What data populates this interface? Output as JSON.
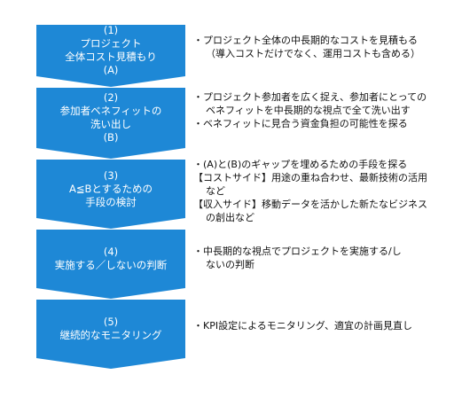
{
  "steps": [
    {
      "box_lines": [
        "(1)",
        "プロジェクト",
        "全体コスト見積もり",
        "(A)"
      ],
      "notes": [
        {
          "text": "・プロジェクト全体の中長期的なコストを見積もる",
          "indent": false
        },
        {
          "text": "（導入コストだけでなく、運用コストも含める）",
          "indent": true
        }
      ]
    },
    {
      "box_lines": [
        "(2)",
        "参加者ベネフィットの",
        "洗い出し",
        "(B)"
      ],
      "notes": [
        {
          "text": "・プロジェクト参加者を広く捉え、参加者にとっての",
          "indent": false
        },
        {
          "text": "ベネフィットを中長期的な視点で全て洗い出す",
          "indent": true
        },
        {
          "text": "・ベネフィットに見合う資金負担の可能性を探る",
          "indent": false
        }
      ]
    },
    {
      "box_lines": [
        "(3)",
        "A≦Bとするための",
        "手段の検討"
      ],
      "notes": [
        {
          "text": "・(A)と(B)のギャップを埋めるための手段を探る",
          "indent": false
        },
        {
          "text": "【コストサイド】用途の重ね合わせ、最新技術の活用",
          "indent": false
        },
        {
          "text": "など",
          "indent": true
        },
        {
          "text": "【収入サイド】移動データを活かした新たなビジネス",
          "indent": false
        },
        {
          "text": "の創出など",
          "indent": true
        }
      ]
    },
    {
      "box_lines": [
        "(4)",
        "実施する／しないの判断"
      ],
      "notes": [
        {
          "text": "・中長期的な視点でプロジェクトを実施する/し",
          "indent": false
        },
        {
          "text": "ないの判断",
          "indent": true
        }
      ]
    },
    {
      "box_lines": [
        "(5)",
        "継続的なモニタリング"
      ],
      "notes": [
        {
          "text": "・KPI設定によるモニタリング、適宜の計画見直し",
          "indent": false
        }
      ]
    }
  ],
  "colors": {
    "box": "#1e88d6",
    "box_text": "#ffffff",
    "note_text": "#111111"
  }
}
